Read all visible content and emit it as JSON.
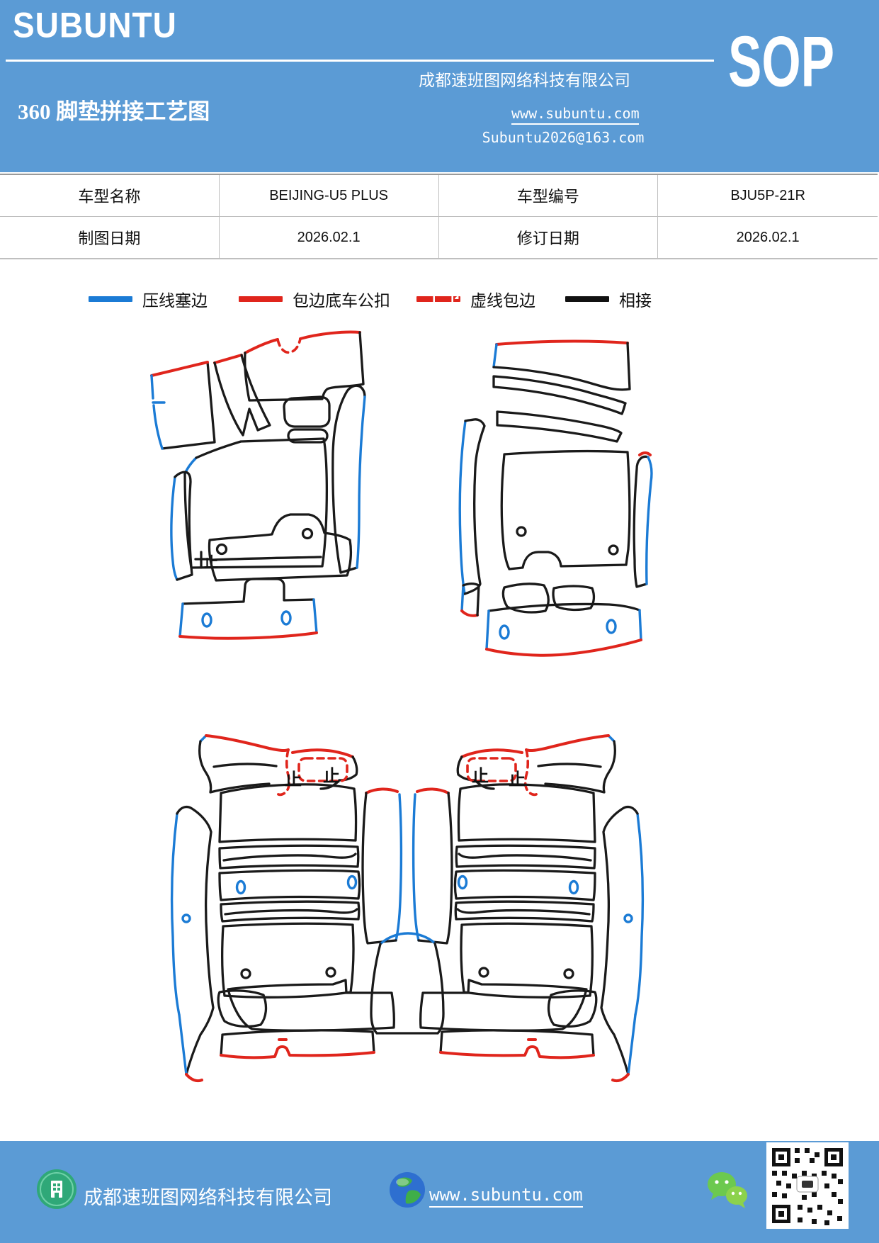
{
  "header": {
    "brand": "SUBUNTU",
    "company": "成都速班图网络科技有限公司",
    "doc_type": "SOP",
    "title": "360 脚垫拼接工艺图",
    "website": "www.subuntu.com",
    "email": "Subuntu2026@163.com",
    "bg_color": "#5B9BD5"
  },
  "info_table": {
    "rows": [
      {
        "cells": [
          "车型名称",
          "BEIJING-U5 PLUS",
          "车型编号",
          "BJU5P-21R"
        ]
      },
      {
        "cells": [
          "制图日期",
          "2026.02.1",
          "修订日期",
          "2026.02.1"
        ]
      }
    ]
  },
  "legend": {
    "items": [
      {
        "label": "压线塞边",
        "color": "#1B7BD5",
        "style": "solid"
      },
      {
        "label": "包边底车公扣",
        "color": "#E0251C",
        "style": "solid"
      },
      {
        "label": "虚线包边",
        "color": "#E0251C",
        "style": "dashed"
      },
      {
        "label": "相接",
        "color": "#111111",
        "style": "solid"
      }
    ]
  },
  "diagram": {
    "stop_mark": "止",
    "line_colors": {
      "blue": "#1B7BD5",
      "red": "#E0251C",
      "black": "#1a1a1a"
    }
  },
  "footer": {
    "company": "成都速班图网络科技有限公司",
    "website": "www.subuntu.com",
    "bg_color": "#5B9BD5"
  }
}
